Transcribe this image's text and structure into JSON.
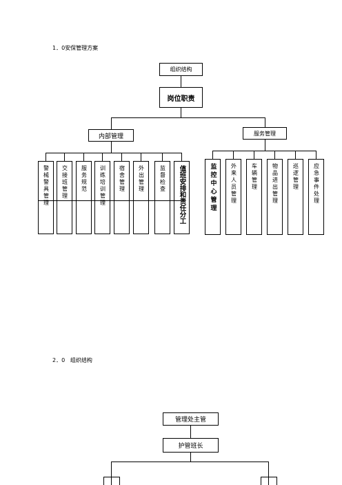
{
  "section1": {
    "number": "1．0",
    "title": "安保管理方案"
  },
  "section2": {
    "number": "2．0",
    "title": "组织结构"
  },
  "chart1": {
    "top_label": "组织结构",
    "root": "岗位职责",
    "branches": [
      {
        "label": "内部管理",
        "children": [
          "警械警具管理",
          "交接班管理",
          "服务规范",
          "训练培训管理",
          "宿舍管理",
          "外出管理",
          "监督检查",
          "值班安排和责任分工"
        ]
      },
      {
        "label": "服务管理",
        "children": [
          "监控中心管理",
          "外来人员管理",
          "车辆管理",
          "物品进出管理",
          "巡逻管理",
          "应急事件处理"
        ]
      }
    ]
  },
  "chart2": {
    "root": "管理处主管",
    "level2": "护管班长"
  }
}
